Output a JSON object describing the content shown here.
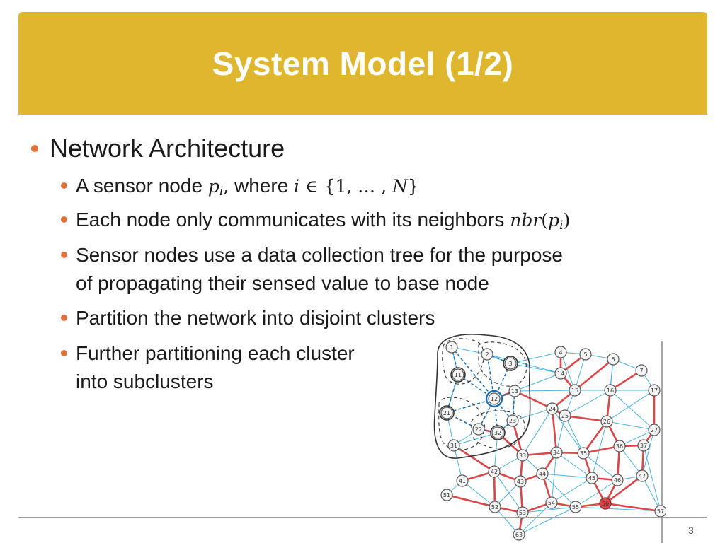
{
  "slide": {
    "title": "System Model (1/2)",
    "page_number": "3"
  },
  "bullets": {
    "level1": {
      "label": "Network Architecture"
    },
    "item1": {
      "prefix": "A sensor node ",
      "p": "p",
      "sub_i": "i",
      "comma": ",",
      "middle": " where ",
      "i": "i",
      "set": " ∈ {1, … , ",
      "N": "N",
      "close": "}"
    },
    "item2": {
      "prefix": "Each node only communicates with its neighbors ",
      "nbr": "nbr",
      "open": "(",
      "p": "p",
      "sub_i": "i",
      "close": ")"
    },
    "item3": {
      "line1": "Sensor nodes use a data collection tree for the purpose",
      "line2": "of propagating their sensed value to base node"
    },
    "item4": {
      "label": "Partition the network into disjoint clusters"
    },
    "item5": {
      "line1": "Further partitioning each cluster",
      "line2": "into subclusters"
    }
  },
  "figure": {
    "node_labels": [
      "1",
      "2",
      "3",
      "4",
      "5",
      "6",
      "7",
      "11",
      "12",
      "13",
      "14",
      "15",
      "16",
      "17",
      "21",
      "22",
      "23",
      "24",
      "25",
      "26",
      "27",
      "31",
      "32",
      "33",
      "34",
      "35",
      "36",
      "37",
      "41",
      "42",
      "43",
      "44",
      "45",
      "46",
      "47",
      "51",
      "52",
      "53",
      "54",
      "55",
      "56",
      "57",
      "63"
    ],
    "colors": {
      "tree_edge": "#d9474a",
      "neighbor_edge": "#4bb3de",
      "cluster_edge": "#1a6fb8",
      "base_node_fill": "#d9474a",
      "outline": "#333333"
    }
  }
}
